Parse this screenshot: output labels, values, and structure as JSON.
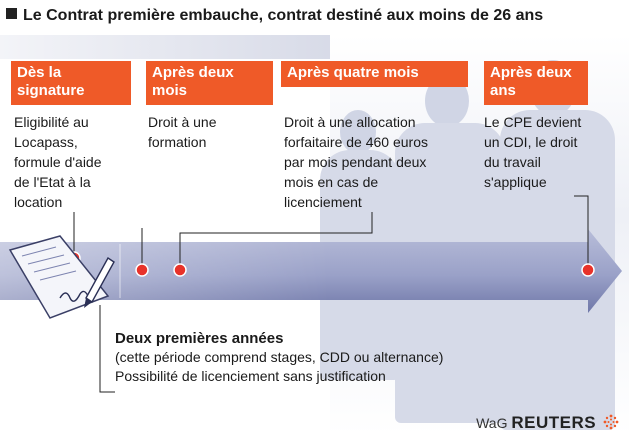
{
  "title": "Le Contrat première embauche, contrat destiné aux moins de 26 ans",
  "stages": [
    {
      "heading": "Dès la signature",
      "heading_lines": [
        "Dès la",
        "signature"
      ],
      "text_lines": [
        "Eligibilité au",
        "Locapass,",
        "formule d'aide",
        "de l'Etat à la",
        "location"
      ]
    },
    {
      "heading": "Après deux mois",
      "heading_lines": [
        "Après deux",
        "mois"
      ],
      "text_lines": [
        "Droit à une",
        "formation"
      ]
    },
    {
      "heading": "Après quatre mois",
      "heading_lines": [
        "Après quatre mois"
      ],
      "text_lines": [
        "Droit à une allocation",
        "forfaitaire de 460 euros",
        "par mois pendant deux",
        "mois en cas de",
        "licenciement"
      ]
    },
    {
      "heading": "Après deux ans",
      "heading_lines": [
        "Après deux",
        "ans"
      ],
      "text_lines": [
        "Le CPE devient",
        "un CDI, le droit",
        "du travail",
        "s'applique"
      ]
    }
  ],
  "periode": {
    "title": "Deux premières années",
    "subtitle": "(cette période comprend stages, CDD ou alternance)",
    "note": "Possibilité de licenciement sans justification"
  },
  "credit": {
    "prefix": "WaG",
    "brand": "REUTERS"
  },
  "colors": {
    "accent": "#ef5a28",
    "arrow": "#aab0cf",
    "arrow_dark": "#7d84b0",
    "marker": "#e8322a"
  },
  "icons": [
    "contract-signature-icon",
    "reuters-logo-icon"
  ]
}
